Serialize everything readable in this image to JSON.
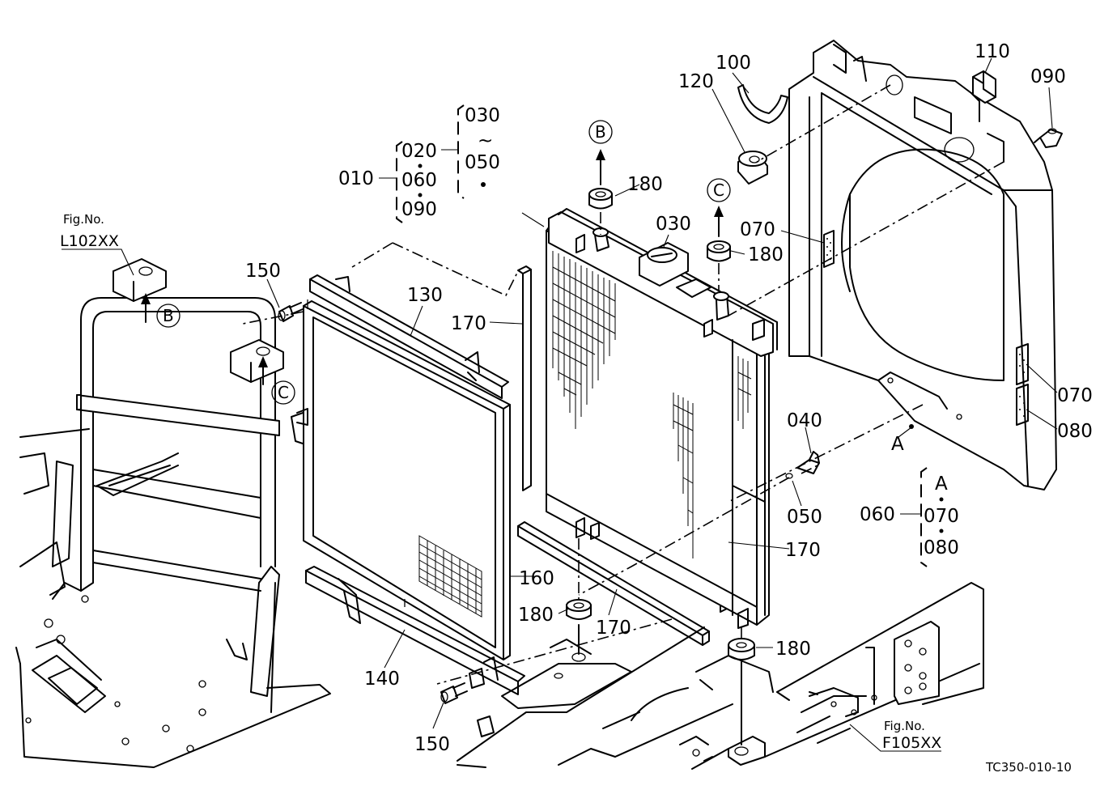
{
  "title_code": "TC350-010-10",
  "part_labels": {
    "p010": "010",
    "p020": "020",
    "p030a": "030",
    "p030b": "030",
    "p040": "040",
    "p050a": "050",
    "p050b": "050",
    "p060a": "060",
    "p060b": "060",
    "p070a": "070",
    "p070b": "070",
    "p070c": "070",
    "p080a": "080",
    "p080b": "080",
    "p090a": "090",
    "p090b": "090",
    "p100": "100",
    "p110": "110",
    "p120": "120",
    "p130": "130",
    "p140": "140",
    "p150a": "150",
    "p150b": "150",
    "p160": "160",
    "p170a": "170",
    "p170b": "170",
    "p170c": "170",
    "p180a": "180",
    "p180b": "180",
    "p180c": "180",
    "p180d": "180"
  },
  "range_mark": "~",
  "ref_points": {
    "a_main": "A",
    "a_group": "A",
    "b_top": "B",
    "b_left": "B",
    "c_top": "C",
    "c_left": "C"
  },
  "fig_refs": {
    "left_caption": "Fig.No.",
    "left_code": "L102XX",
    "right_caption": "Fig.No.",
    "right_code": "F105XX"
  }
}
